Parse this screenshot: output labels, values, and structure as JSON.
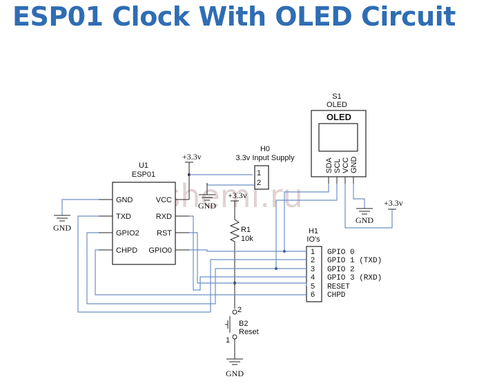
{
  "title": "ESP01 Clock With OLED Circuit",
  "watermark": "2shemi.ru",
  "u1": {
    "ref": "U1",
    "name": "ESP01",
    "pins_left": [
      "GND",
      "TXD",
      "GPIO2",
      "CHPD"
    ],
    "pins_right": [
      "VCC",
      "RXD",
      "RST",
      "GPIO0"
    ]
  },
  "h0": {
    "ref": "H0",
    "name": "3.3v Input Supply",
    "pins": [
      "1",
      "2"
    ]
  },
  "s1": {
    "ref": "S1",
    "name": "OLED",
    "display_label": "OLED",
    "pins": [
      "SDA",
      "SCL",
      "VCC",
      "GND"
    ]
  },
  "r1": {
    "ref": "R1",
    "value": "10k"
  },
  "b2": {
    "ref": "B2",
    "name": "Reset",
    "pins": [
      "2",
      "1"
    ]
  },
  "h1": {
    "ref": "H1",
    "name": "IO's",
    "pins": [
      "1",
      "2",
      "3",
      "4",
      "5",
      "6"
    ],
    "signals": [
      "GPIO 0",
      "GPIO 1 (TXD)",
      "GPIO 2",
      "GPIO 3 (RXD)",
      "RESET",
      "CHPD"
    ]
  },
  "power": {
    "vcc": "+3.3v",
    "gnd": "GND"
  }
}
